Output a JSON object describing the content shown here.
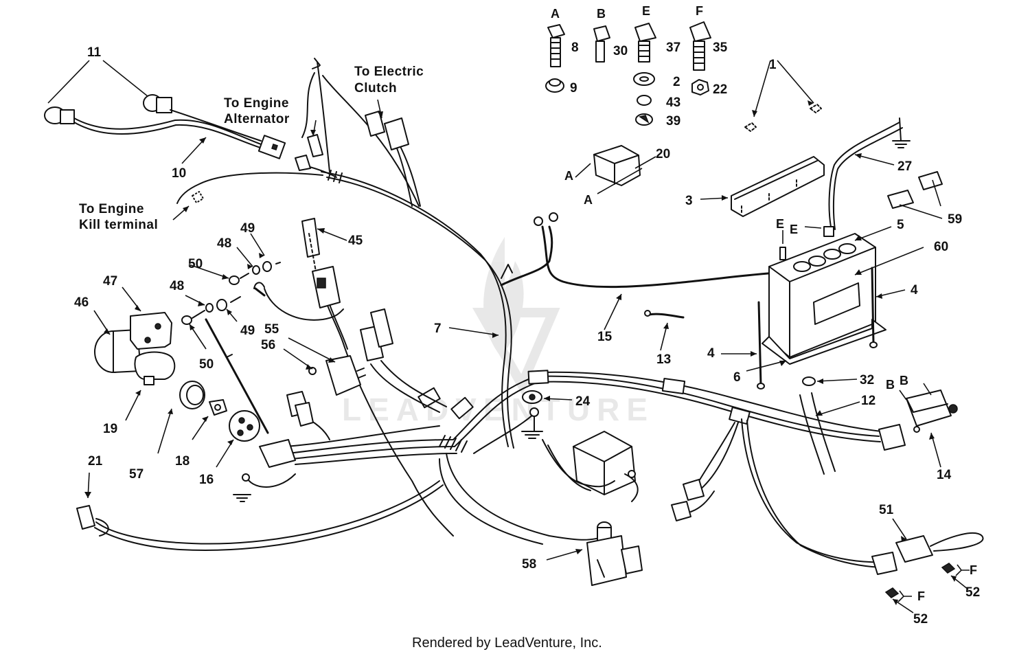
{
  "callouts": {
    "c11": "11",
    "c10": "10",
    "c47": "47",
    "c46": "46",
    "c48a": "48",
    "c49a": "49",
    "c50a": "50",
    "c48b": "48",
    "c49b": "49",
    "c50b": "50",
    "c45": "45",
    "c55": "55",
    "c56": "56",
    "c19": "19",
    "c57": "57",
    "c18": "18",
    "c16": "16",
    "c21": "21",
    "c7": "7",
    "c24": "24",
    "c58": "58",
    "c8": "8",
    "c9": "9",
    "c30": "30",
    "c37": "37",
    "c2": "2",
    "c43": "43",
    "c39": "39",
    "c35": "35",
    "c22": "22",
    "c1": "1",
    "c20": "20",
    "c3": "3",
    "c27": "27",
    "c59": "59",
    "c5": "5",
    "c60": "60",
    "c4a": "4",
    "c4b": "4",
    "c6": "6",
    "c15": "15",
    "c13": "13",
    "c32": "32",
    "c12": "12",
    "c14": "14",
    "c51": "51",
    "c52a": "52",
    "c52b": "52"
  },
  "letters": {
    "hdrA": "A",
    "hdrB": "B",
    "hdrE": "E",
    "hdrF": "F",
    "l20a": "A",
    "l20b": "A",
    "lEa": "E",
    "lEb": "E",
    "lBa": "B",
    "lBb": "B",
    "lFa": "F",
    "lFb": "F"
  },
  "notes": {
    "elec1": "To Electric",
    "elec2": "Clutch",
    "alt1": "To Engine",
    "alt2": "Alternator",
    "kill1": "To Engine",
    "kill2": "Kill terminal"
  },
  "watermark": "LEADVENTURE",
  "footer": "Rendered by LeadVenture, Inc."
}
